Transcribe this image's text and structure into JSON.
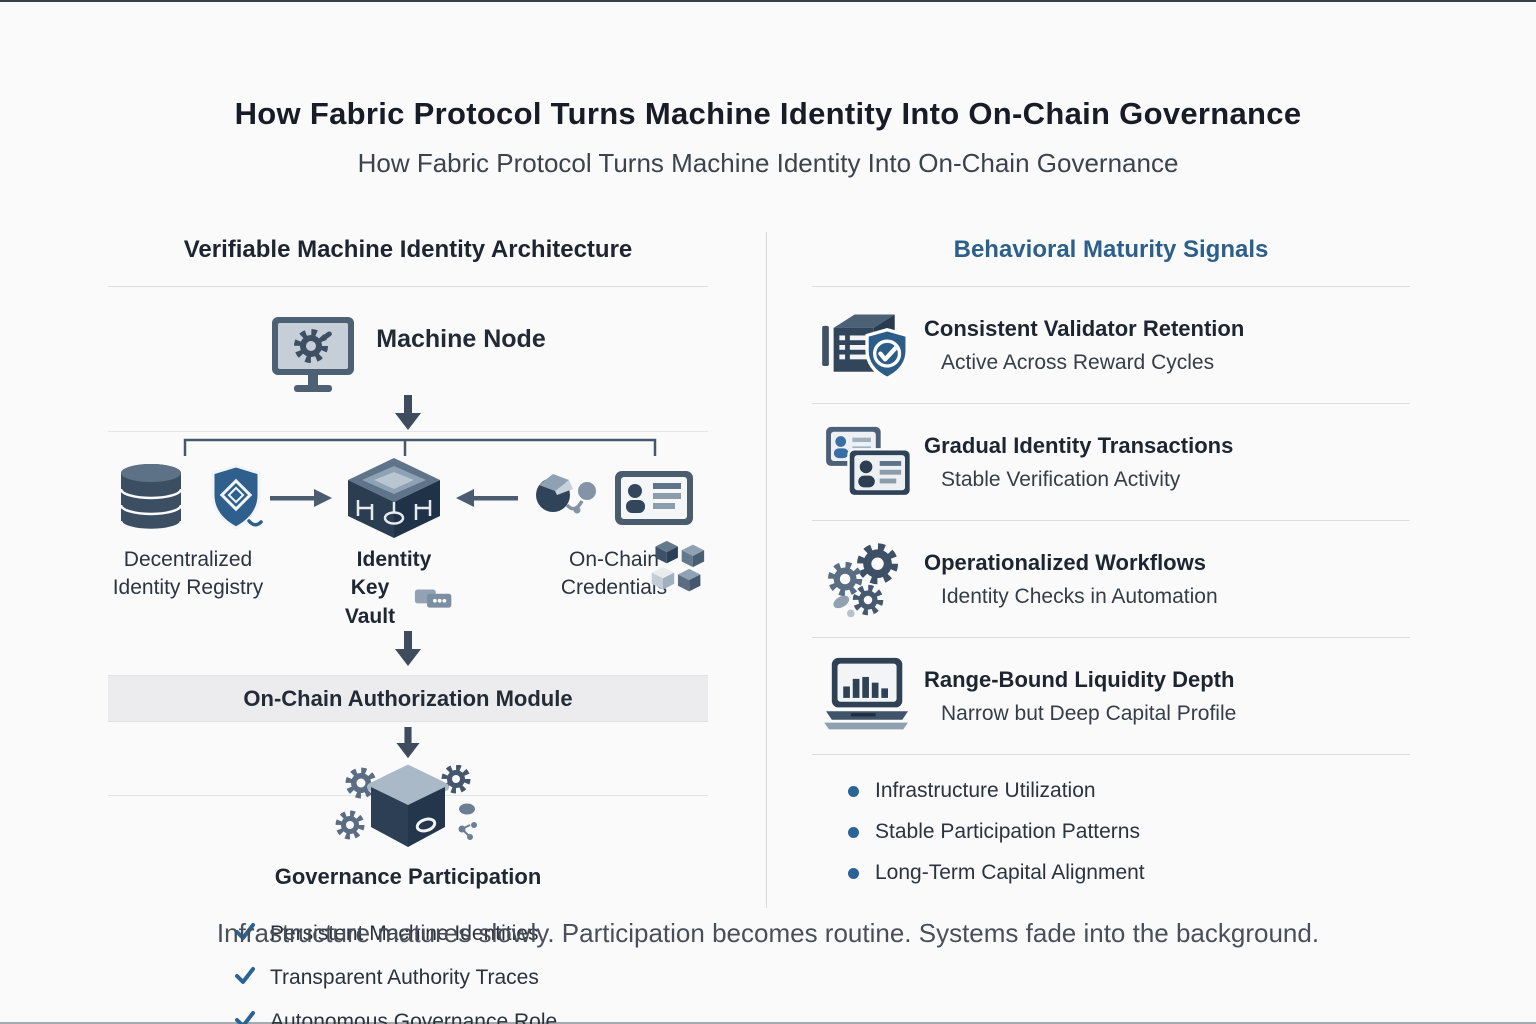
{
  "header": {
    "title": "How Fabric Protocol Turns Machine Identity Into On-Chain Governance",
    "subtitle": "How Fabric Protocol Turns Machine Identity Into On-Chain Governance"
  },
  "architecture": {
    "heading": "Verifiable Machine Identity Architecture",
    "machine_node": "Machine Node",
    "registry_line1": "Decentralized",
    "registry_line2": "Identity Registry",
    "vault_line1": "Identity",
    "vault_line2": "Key Vault",
    "credentials_line1": "On-Chain",
    "credentials_line2": "Credentials",
    "auth_module": "On-Chain Authorization Module",
    "governance": "Governance Participation",
    "checklist": [
      "Persistent Machine Identities",
      "Transparent Authority Traces",
      "Autonomous Governance Role"
    ]
  },
  "signals": {
    "heading": "Behavioral Maturity Signals",
    "items": [
      {
        "icon": "server-shield-check-icon",
        "title": "Consistent Validator Retention",
        "subtitle": "Active Across Reward Cycles"
      },
      {
        "icon": "id-cards-icon",
        "title": "Gradual Identity Transactions",
        "subtitle": "Stable Verification Activity"
      },
      {
        "icon": "gears-icon",
        "title": "Operationalized Workflows",
        "subtitle": "Identity Checks in Automation"
      },
      {
        "icon": "laptop-chart-icon",
        "title": "Range-Bound Liquidity Depth",
        "subtitle": "Narrow but Deep Capital Profile"
      }
    ],
    "bullets": [
      "Infrastructure Utilization",
      "Stable Participation Patterns",
      "Long-Term Capital Alignment"
    ]
  },
  "footer": {
    "text": "Infrastructure matures slowly. Participation becomes routine. Systems fade into the background."
  },
  "colors": {
    "accent_blue": "#2c5f8a",
    "slate": "#3d4f63",
    "check_blue": "#2a6496"
  }
}
